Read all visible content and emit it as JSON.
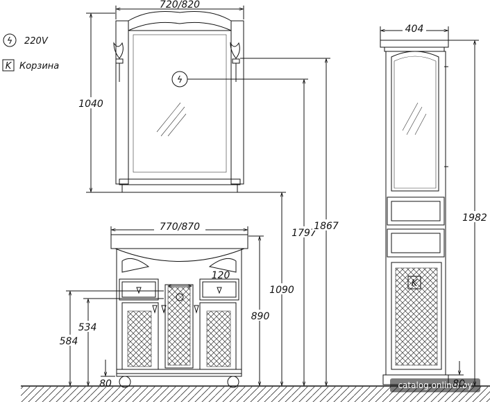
{
  "legend": {
    "power_symbol": "ϟ",
    "power_label": "220V",
    "basket_symbol": "K",
    "basket_label": "Корзина"
  },
  "dimensions": {
    "mirror_width": "720/820",
    "mirror_height": "1040",
    "vanity_width": "770/870",
    "vanity_height": "890",
    "mirror_bottom": "1090",
    "mirror_middle": "1797",
    "mirror_top": "1867",
    "drawer_top": "584",
    "drawer_bottom": "534",
    "leg_height": "80",
    "drawer_depth": "120",
    "column_width": "404",
    "column_height": "1982",
    "column_leg": "80"
  },
  "watermark": "catalog.onliner.by",
  "colors": {
    "line": "#111111",
    "background": "#ffffff"
  }
}
